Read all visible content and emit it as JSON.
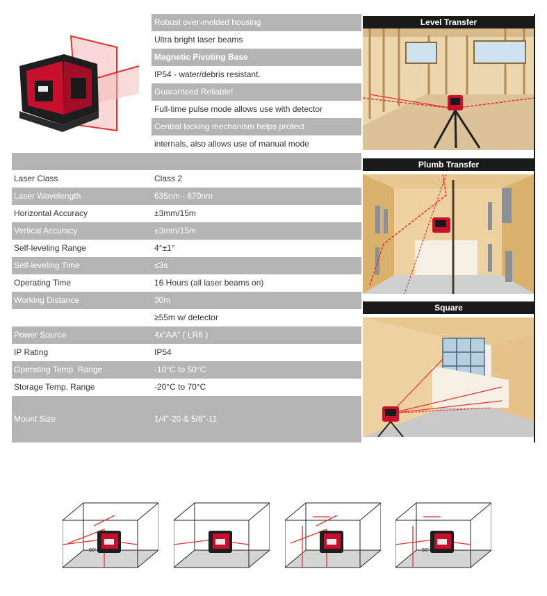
{
  "features": [
    {
      "text": "Robust over-molded housing",
      "shade": "g",
      "bold": false
    },
    {
      "text": "Ultra bright laser beams",
      "shade": "w",
      "bold": false
    },
    {
      "text": "Magnetic Pivoting Base",
      "shade": "g",
      "bold": true
    },
    {
      "text": "IP54 - water/debris resistant.",
      "shade": "w",
      "bold": false
    },
    {
      "text": "Guaranteed Reliable!",
      "shade": "g",
      "bold": false
    },
    {
      "text": "Full-time pulse mode allows use with detector",
      "shade": "w",
      "bold": false
    },
    {
      "text": "Central locking mechanism helps protect",
      "shade": "g",
      "bold": false
    },
    {
      "text": "internals, also allows use of manual mode",
      "shade": "w",
      "bold": false
    }
  ],
  "specs": [
    {
      "label": "",
      "value": ""
    },
    {
      "label": "Laser Class",
      "value": "Class 2"
    },
    {
      "label": "Laser Wavelength",
      "value": "635nm - 670nm"
    },
    {
      "label": "Horizontal Accuracy",
      "value": "±3mm/15m"
    },
    {
      "label": "Vertical Accuracy",
      "value": "±3mm/15m"
    },
    {
      "label": "Self-leveling Range",
      "value": "4°±1°"
    },
    {
      "label": "Self-leveling Time",
      "value": "≤3s"
    },
    {
      "label": "Operating Time",
      "value": "16 Hours (all laser beams on)"
    },
    {
      "label": "Working Distance",
      "value": "30m"
    },
    {
      "label": "",
      "value": "≥55m w/ detector"
    },
    {
      "label": "Power Source",
      "value": "4x\"AA\" ( LR6 )"
    },
    {
      "label": "IP Rating",
      "value": "IP54"
    },
    {
      "label": "Operating Temp. Range",
      "value": "-10°C to 50°C"
    },
    {
      "label": "Storage Temp. Range",
      "value": "-20°C to 70°C"
    },
    {
      "label": "Mount Size",
      "value": "1/4\"-20 & 5/8\"-11"
    }
  ],
  "panels": {
    "level": "Level Transfer",
    "plumb": "Plumb Transfer",
    "square": "Square"
  },
  "cube_angle_label": "90°",
  "colors": {
    "row_gray": "#b4b4b4",
    "header_black": "#1a1a1a",
    "laser_red": "#e8302a",
    "device_red": "#c8102e",
    "wall_tan": "#e8c690"
  }
}
